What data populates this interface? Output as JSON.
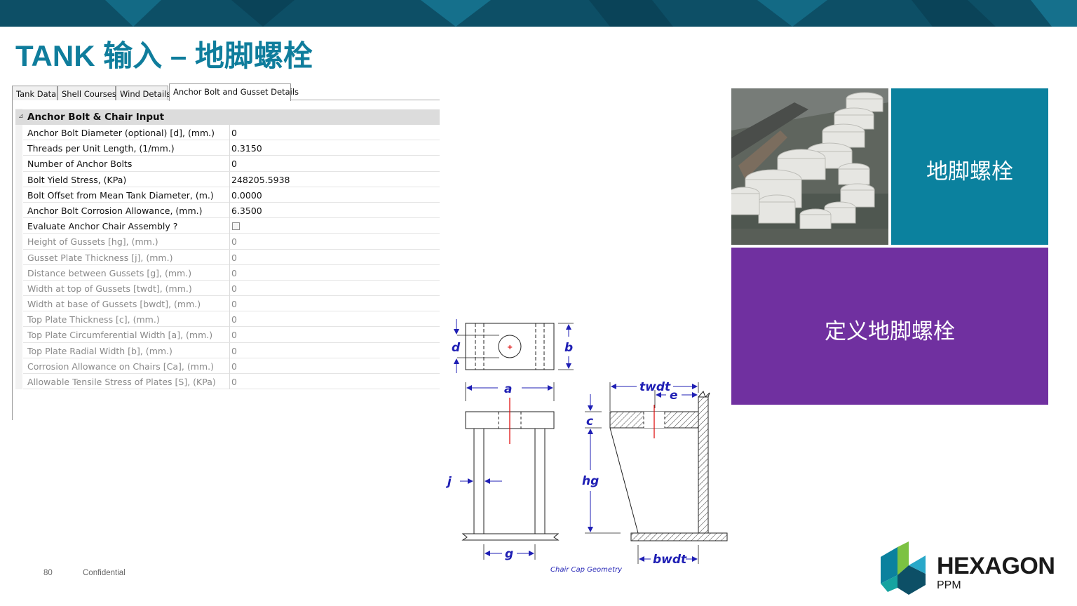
{
  "slide": {
    "title": "TANK 输入 – 地脚螺栓",
    "page_number": "80",
    "confidential": "Confidential"
  },
  "tabs": [
    {
      "label": "Tank Data",
      "active": false
    },
    {
      "label": "Shell Courses",
      "active": false
    },
    {
      "label": "Wind Details",
      "active": false
    },
    {
      "label": "Anchor Bolt and Gusset Details",
      "active": true
    }
  ],
  "grid": {
    "category": "Anchor Bolt & Chair Input",
    "toggle": "⊿",
    "rows": [
      {
        "name": "Anchor Bolt Diameter (optional) [d], (mm.)",
        "value": "0",
        "enabled": true
      },
      {
        "name": "Threads per Unit Length, (1/mm.)",
        "value": "0.3150",
        "enabled": true
      },
      {
        "name": "Number of Anchor Bolts",
        "value": "0",
        "enabled": true
      },
      {
        "name": "Bolt Yield Stress, (KPa)",
        "value": "248205.5938",
        "enabled": true
      },
      {
        "name": "Bolt Offset from Mean Tank Diameter, (m.)",
        "value": "0.0000",
        "enabled": true
      },
      {
        "name": "Anchor Bolt Corrosion Allowance, (mm.)",
        "value": "6.3500",
        "enabled": true
      },
      {
        "name": "Evaluate Anchor Chair Assembly ?",
        "value": "",
        "enabled": true,
        "checkbox": true
      },
      {
        "name": "Height of Gussets [hg], (mm.)",
        "value": "0",
        "enabled": false
      },
      {
        "name": "Gusset Plate Thickness [j], (mm.)",
        "value": "0",
        "enabled": false
      },
      {
        "name": "Distance between Gussets [g], (mm.)",
        "value": "0",
        "enabled": false
      },
      {
        "name": "Width at top of Gussets [twdt], (mm.)",
        "value": "0",
        "enabled": false
      },
      {
        "name": "Width at base of Gussets [bwdt], (mm.)",
        "value": "0",
        "enabled": false
      },
      {
        "name": "Top Plate Thickness [c], (mm.)",
        "value": "0",
        "enabled": false
      },
      {
        "name": "Top Plate Circumferential Width [a], (mm.)",
        "value": "0",
        "enabled": false
      },
      {
        "name": "Top Plate Radial Width [b], (mm.)",
        "value": "0",
        "enabled": false
      },
      {
        "name": "Corrosion Allowance on Chairs [Ca], (mm.)",
        "value": "0",
        "enabled": false
      },
      {
        "name": "Allowable Tensile Stress of Plates [S], (KPa)",
        "value": "0",
        "enabled": false
      }
    ]
  },
  "tiles": {
    "teal_label": "地脚螺栓",
    "purple_label": "定义地脚螺栓",
    "teal_color": "#0b819e",
    "purple_color": "#7030a0"
  },
  "diagram": {
    "labels": {
      "d": "d",
      "b": "b",
      "a": "a",
      "twdt": "twdt",
      "e": "e",
      "c": "c",
      "j": "j",
      "hg": "hg",
      "g": "g",
      "bwdt": "bwdt"
    },
    "caption": "Chair Cap Geometry",
    "dim_color": "#1f1fb4"
  },
  "logo": {
    "word": "HEXAGON",
    "sub": "PPM"
  },
  "colors": {
    "title": "#0f7d9c",
    "band": "#0d4f66"
  }
}
